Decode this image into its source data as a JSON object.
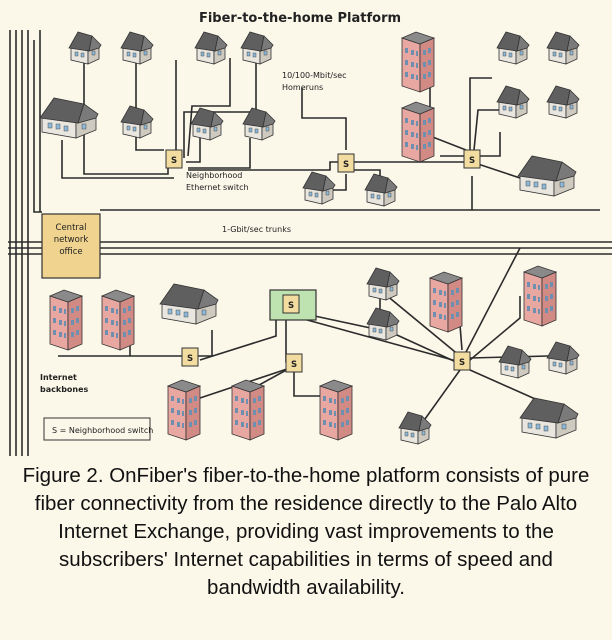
{
  "diagram": {
    "title": "Fiber-to-the-home Platform",
    "labels": {
      "homeruns": [
        "10/100-Mbit/sec",
        "Homeruns"
      ],
      "neighborhood_switch": [
        "Neighborhood",
        "Ethernet switch"
      ],
      "trunks": "1-Gbit/sec trunks",
      "central_office": [
        "Central",
        "network",
        "office"
      ],
      "backbones": [
        "Internet",
        "backbones"
      ],
      "legend": "S = Neighborhood switch"
    },
    "switch_symbol": "S",
    "colors": {
      "background": "#fbf7e9",
      "fiber_line": "#2b2b2b",
      "switch_fill": "#f2dca0",
      "central_office_fill": "#efd38f",
      "exchange_fill": "#bfe3b0",
      "house_roof": "#5f5f5f",
      "house_wall": "#e9e6e0",
      "building_wall": "#e8a7a1"
    }
  },
  "caption": {
    "text": "Figure 2. OnFiber's fiber-to-the-home platform consists of pure fiber connectivity from the residence directly to the Palo Alto Internet Exchange, providing vast improvements to the subscribers' Internet capabilities in terms of speed and bandwidth availability."
  }
}
